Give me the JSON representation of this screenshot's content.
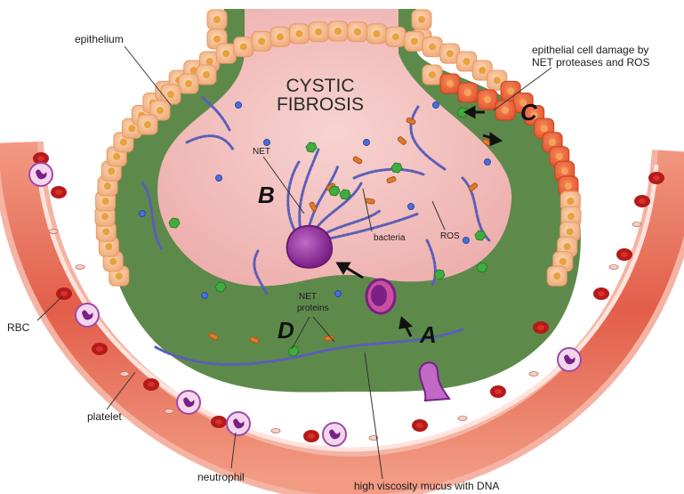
{
  "title_line1": "CYSTIC",
  "title_line2": "FIBROSIS",
  "labels": {
    "epithelium": "epithelium",
    "damage_line1": "epithelial cell damage by",
    "damage_line2": "NET proteases and ROS",
    "net": "NET",
    "bacteria": "bacteria",
    "ros": "ROS",
    "net_proteins_line1": "NET",
    "net_proteins_line2": "proteins",
    "rbc": "RBC",
    "platelet": "platelet",
    "neutrophil": "neutrophil",
    "mucus": "high viscosity mucus with DNA"
  },
  "stages": {
    "a": "A",
    "b": "B",
    "c": "C",
    "d": "D"
  },
  "colors": {
    "lumen": "#f3c2c0",
    "mucus": "#5d8a4a",
    "cell": "#f6b98e",
    "cell_nucleus": "#e7a23d",
    "damaged_cell": "#ef6a3c",
    "vessel": "#e06a58",
    "rbc": "#b51a1a",
    "neutrophil": "#8a2b8e",
    "net_fiber": "#5b5fb8",
    "ros": "#4a6fd8",
    "bacteria": "#e07a2a",
    "protein": "#3fae3f"
  }
}
